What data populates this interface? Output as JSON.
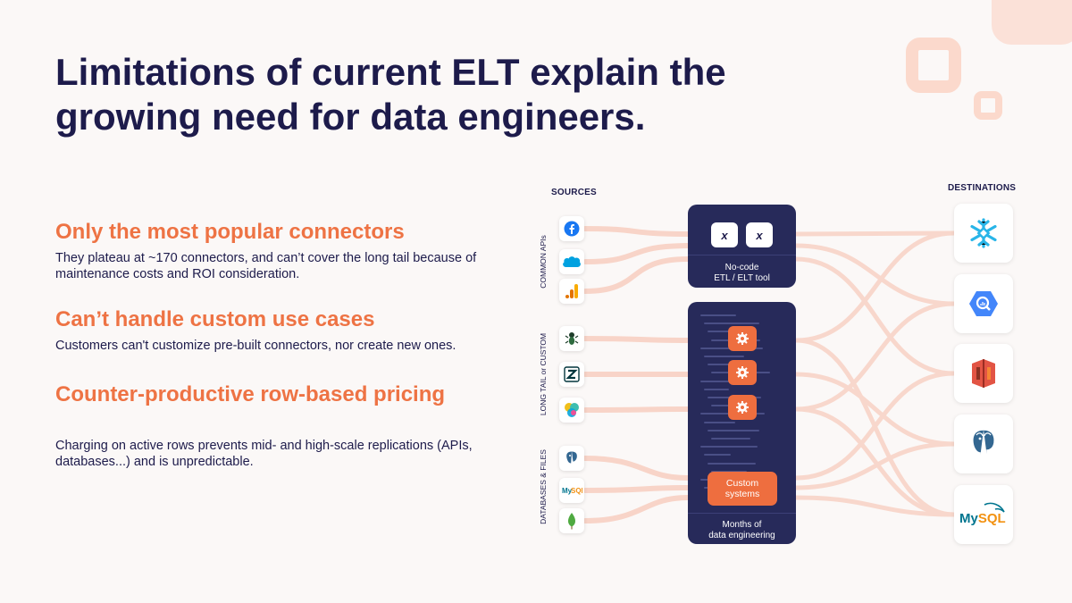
{
  "title": "Limitations of current ELT explain the growing need for data engineers.",
  "points": [
    {
      "heading": "Only the most popular connectors",
      "body": "They plateau at ~170 connectors, and can’t cover the long tail because of maintenance costs and ROI consideration."
    },
    {
      "heading": "Can’t handle custom use cases",
      "body": "Customers can't customize pre-built connectors, nor create new ones."
    },
    {
      "heading": "Counter-productive row-based pricing",
      "body": "Charging on active rows prevents mid- and high-scale replications (APIs, databases...) and is unpredictable."
    }
  ],
  "diagram": {
    "sources_title": "SOURCES",
    "destinations_title": "DESTINATIONS",
    "source_groups": [
      "COMMON APIs",
      "LONG TAIL or CUSTOM",
      "DATABASES & FILES"
    ],
    "sources": [
      "facebook-icon",
      "salesforce-icon",
      "google-analytics-icon",
      "ant-icon",
      "zendesk-icon",
      "kibana-icon",
      "postgres-icon",
      "mysql-icon",
      "mongodb-icon"
    ],
    "nocode_panel": {
      "x_marks": [
        "x",
        "x"
      ],
      "label_line1": "No-code",
      "label_line2": "ETL / ELT tool"
    },
    "engineering_panel": {
      "custom_line1": "Custom",
      "custom_line2": "systems",
      "label_line1": "Months of",
      "label_line2": "data engineering"
    },
    "destinations": [
      "snowflake-icon",
      "bigquery-icon",
      "amazon-s3-icon",
      "postgres-icon",
      "mysql-icon"
    ],
    "destination_texts": {
      "mysql": "MySQL"
    },
    "colors": {
      "accent": "#ee7344",
      "navy": "#1d1b4b",
      "panel": "#272a5a",
      "flow": "#f6b8a2"
    }
  }
}
